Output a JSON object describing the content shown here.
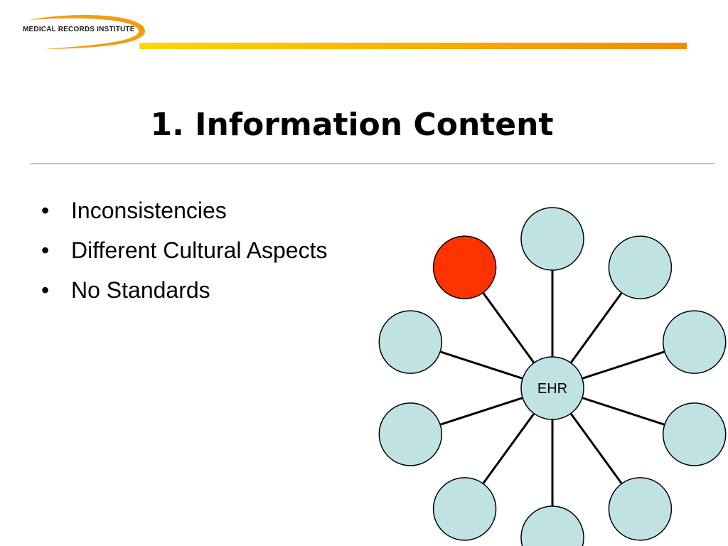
{
  "header": {
    "logo_text": "MEDICAL RECORDS INSTITUTE",
    "swoosh_color": "#f39c12",
    "bar_colors": [
      "#ffd700",
      "#f08c00"
    ]
  },
  "slide": {
    "title": "1. Information Content",
    "bullets": [
      {
        "label": "Inconsistencies"
      },
      {
        "label": "Different Cultural Aspects"
      },
      {
        "label": "No Standards"
      }
    ],
    "bullet_char": "•"
  },
  "diagram": {
    "hub_label": "EHR",
    "hub_fill": "#c0e2e2",
    "satellite_fill": "#c0e2e2",
    "highlight_fill": "#ff3300",
    "satellite_count": 10,
    "highlighted_index": 9
  }
}
